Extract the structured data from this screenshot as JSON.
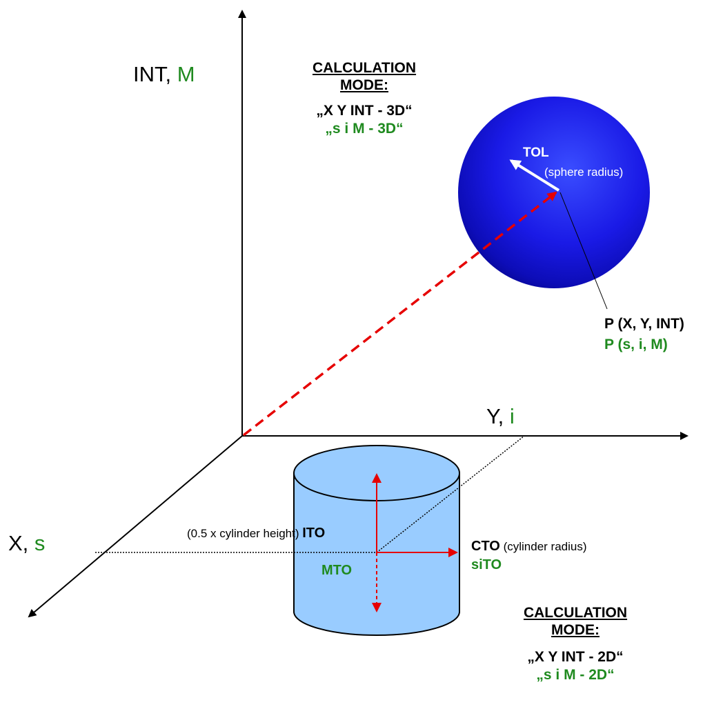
{
  "axes": {
    "vertical": {
      "label": "INT, ",
      "alt": "M"
    },
    "right": {
      "label": "Y, ",
      "alt": "i"
    },
    "left": {
      "label": "X, ",
      "alt": "s"
    }
  },
  "mode_3d": {
    "title_line1": "CALCULATION",
    "title_line2": "MODE:",
    "value": "„X Y INT - 3D“",
    "value_alt": "„s i M - 3D“"
  },
  "mode_2d": {
    "title_line1": "CALCULATION",
    "title_line2": "MODE:",
    "value": "„X Y INT - 2D“",
    "value_alt": "„s i M - 2D“"
  },
  "sphere": {
    "tol_label": "TOL",
    "tol_note": "(sphere radius)",
    "point_label": "P (X, Y, INT)",
    "point_label_alt": "P (s, i, M)"
  },
  "cylinder": {
    "height_note": "(0.5 x cylinder height) ",
    "ito_label": "ITO",
    "mto_label": "MTO",
    "cto_label": "CTO",
    "cto_note": " (cylinder radius)",
    "sito_label": "siTO"
  },
  "colors": {
    "sphere": "#1a1ae6",
    "cylinder_fill": "#99ccff",
    "dashed_vector": "#e60000",
    "arrow_red": "#e60000",
    "green_text": "#1f8a1f"
  }
}
